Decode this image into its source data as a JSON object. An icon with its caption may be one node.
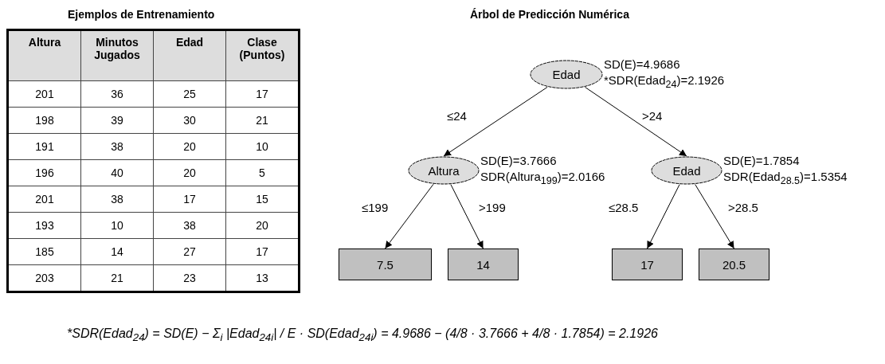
{
  "diagram": {
    "nodes": [
      {
        "text": [
          "Edad"
        ],
        "beside": [
          "SD(E)=4.9686",
          "*SDR(Edad$_{24}$)=2.1926"
        ]
      },
      {
        "text": [
          "Altura"
        ],
        "beside": [
          "SD(E)=3.7666",
          "SDR(Altura$_{199}$)=2.0166"
        ]
      },
      {
        "text": [
          "Edad"
        ],
        "beside": [
          "SD(E)=1.7854",
          "SDR(Edad$_{28.5}$)=1.5354"
        ]
      },
      {
        "text": [
          "7.5"
        ]
      },
      {
        "text": [
          "14"
        ]
      },
      {
        "text": [
          "17"
        ]
      },
      {
        "text": [
          "20.5"
        ]
      }
    ],
    "edges": [
      {
        "from": 0,
        "to": 1,
        "arrow": "to",
        "label": "≤24"
      },
      {
        "from": 0,
        "to": 2,
        "arrow": "to",
        "label": ">24"
      },
      {
        "from": 1,
        "to": 3,
        "arrow": "to",
        "label": "≤199"
      },
      {
        "from": 1,
        "to": 4,
        "arrow": "to",
        "label": ">199"
      },
      {
        "from": 2,
        "to": 5,
        "arrow": "to",
        "label": "≤28.5"
      },
      {
        "from": 2,
        "to": 6,
        "arrow": "to",
        "label": ">28.5"
      }
    ],
    "labels": [
      "Ejemplos de Entrenamiento",
      "Altura",
      "Minutos Jugados",
      "Edad",
      "Clase (Puntos)",
      "201",
      "36",
      "25",
      "17",
      "198",
      "39",
      "30",
      "21",
      "191",
      "38",
      "20",
      "10",
      "196",
      "40",
      "20",
      "5",
      "201",
      "38",
      "17",
      "15",
      "193",
      "10",
      "38",
      "20",
      "185",
      "14",
      "27",
      "17",
      "203",
      "21",
      "23",
      "13",
      "Árbol de Predicción Numérica",
      "*SDR(Edad$_{24}$) = SD(E) − Σ$_{i}$ |Edad$_{24i}$| / E · SD(Edad$_{24i}$) = 4.9686 − (4/8 · 3.7666 + 4/8 · 1.7854) = 2.1926"
    ]
  }
}
